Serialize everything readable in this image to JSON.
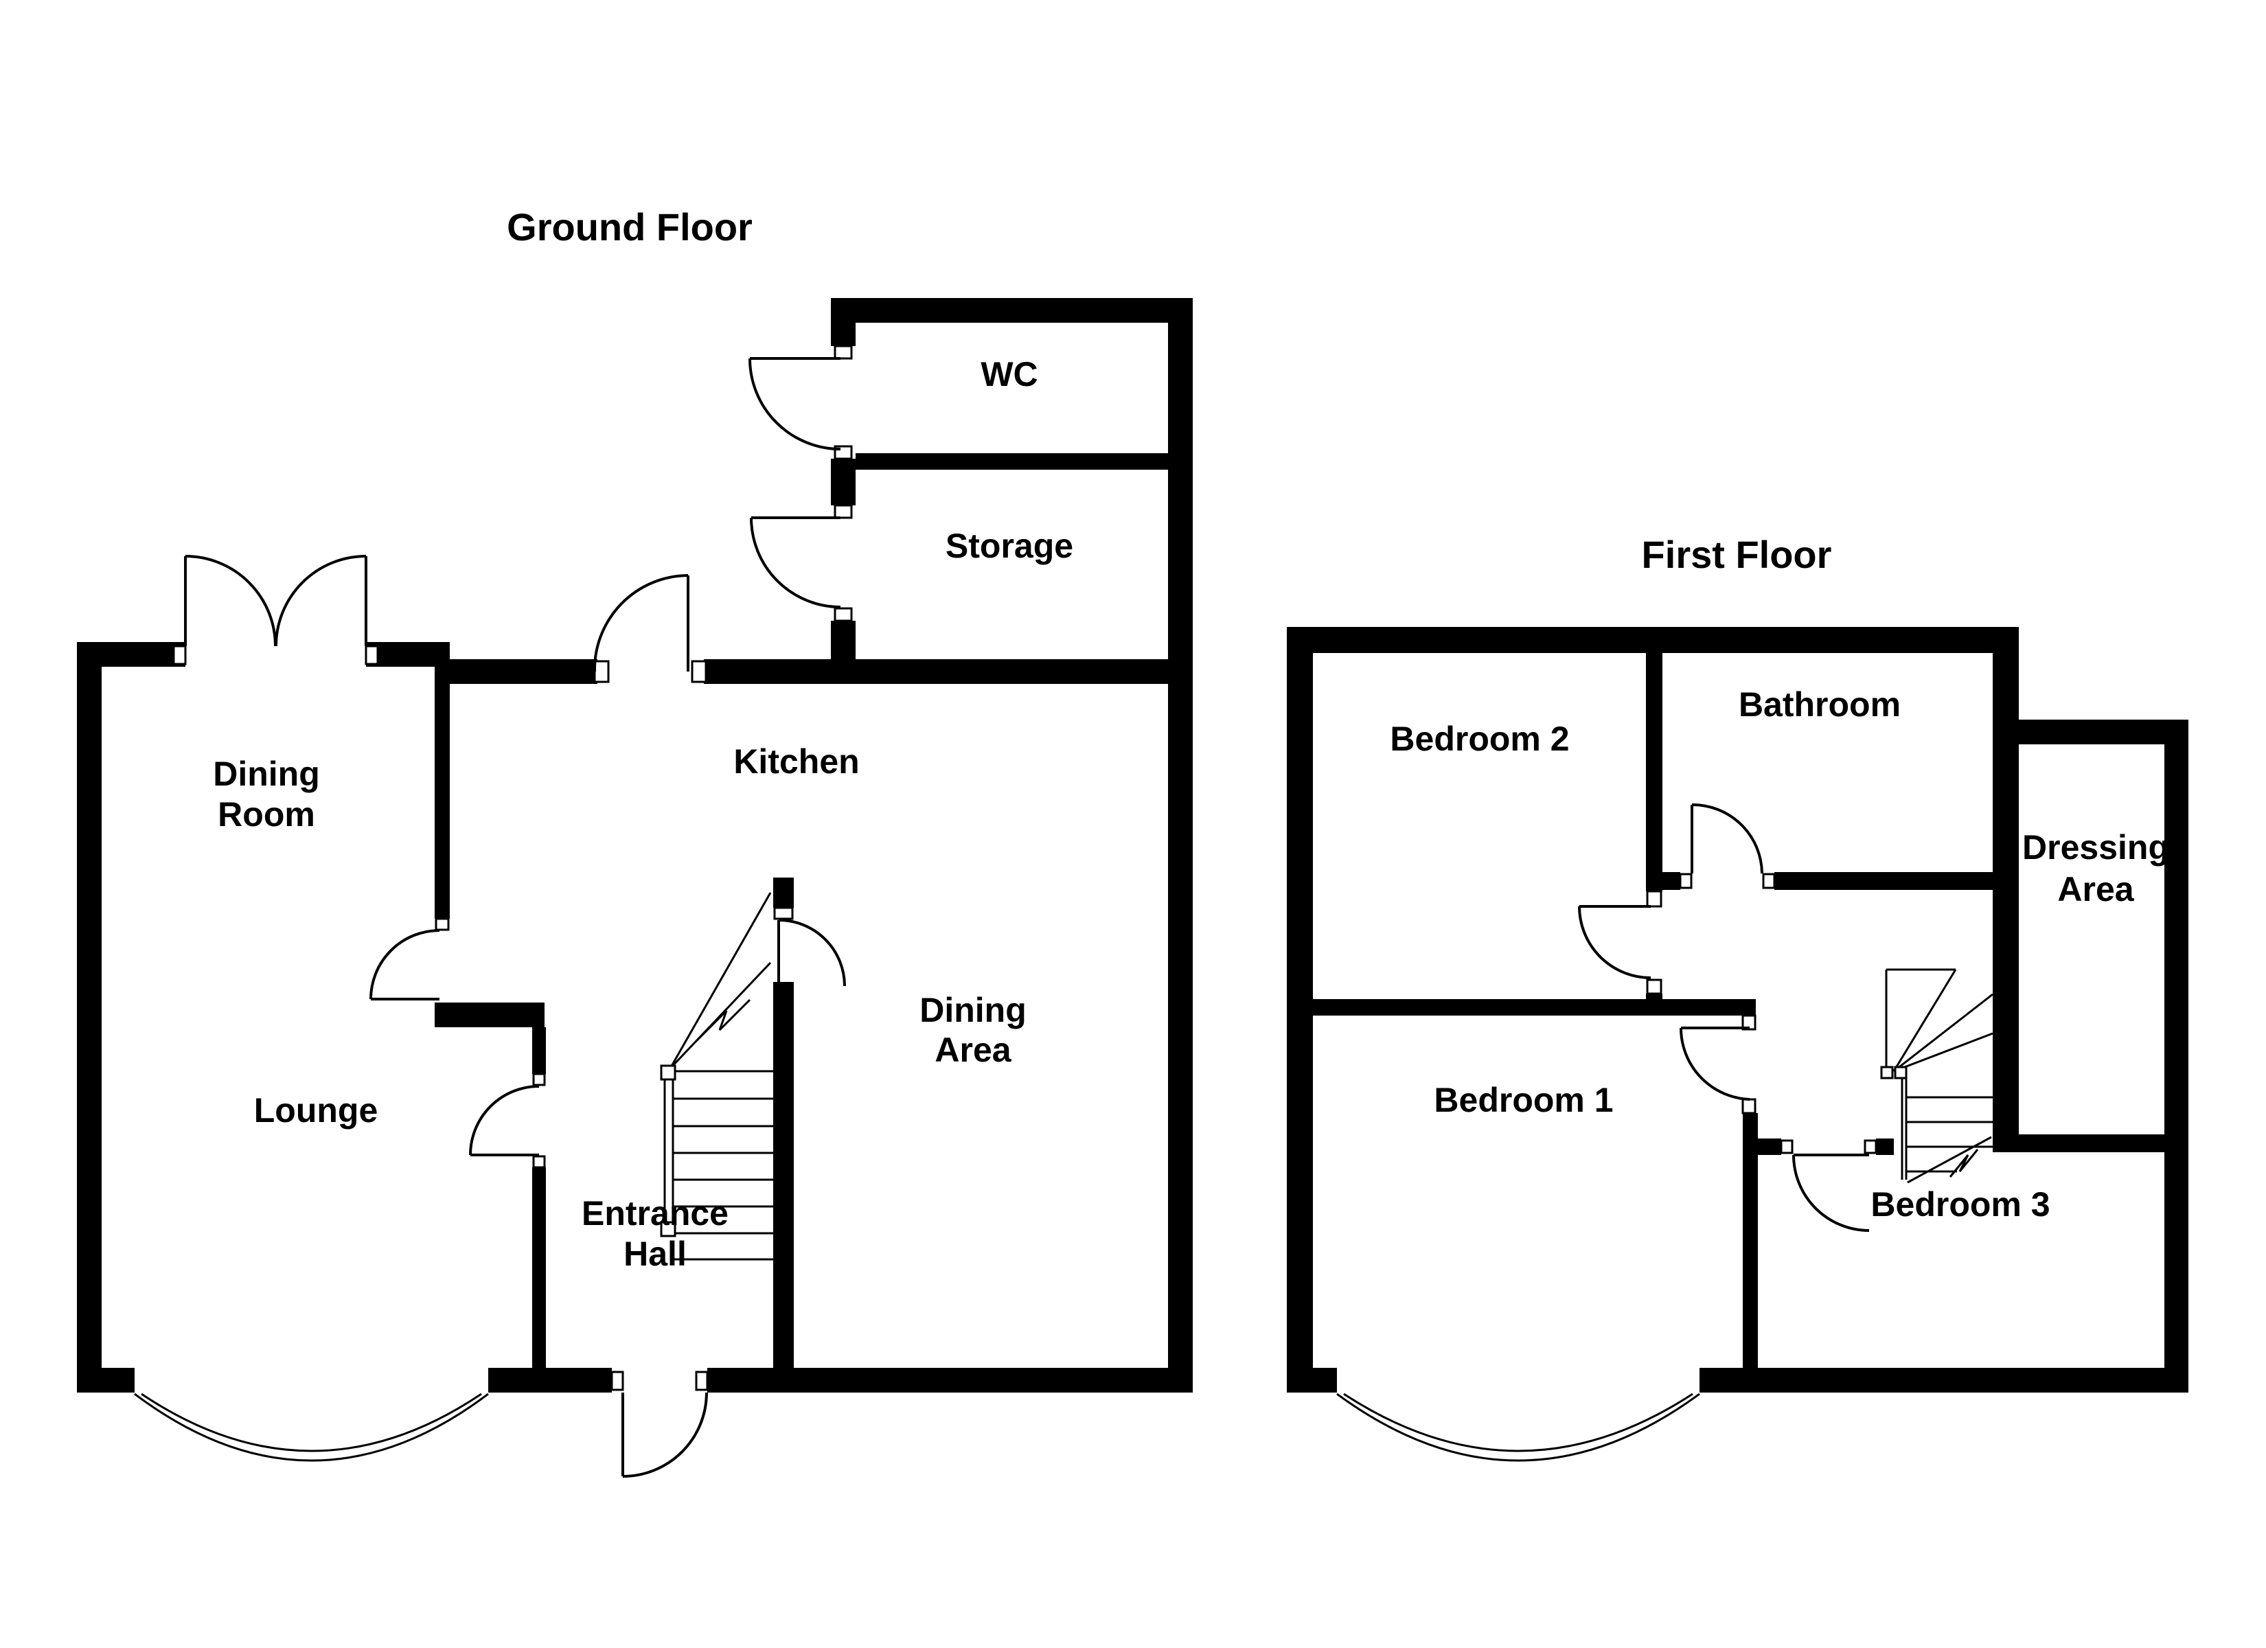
{
  "document": {
    "kind": "floor-plan-drawing",
    "background_color": "#ffffff",
    "wall_color": "#000000"
  },
  "ground_floor": {
    "title": "Ground Floor",
    "rooms": {
      "wc": "WC",
      "storage": "Storage",
      "kitchen": "Kitchen",
      "dining_room": {
        "line1": "Dining",
        "line2": "Room"
      },
      "dining_area": {
        "line1": "Dining",
        "line2": "Area"
      },
      "lounge": "Lounge",
      "entrance_hall": {
        "line1": "Entrance",
        "line2": "Hall"
      }
    },
    "features": [
      "double-doors",
      "bay-window",
      "front-door",
      "staircase"
    ]
  },
  "first_floor": {
    "title": "First Floor",
    "rooms": {
      "bedroom_1": "Bedroom 1",
      "bedroom_2": "Bedroom 2",
      "bedroom_3": "Bedroom 3",
      "bathroom": "Bathroom",
      "dressing_area": {
        "line1": "Dressing",
        "line2": "Area"
      }
    },
    "features": [
      "bay-window",
      "winder-staircase"
    ]
  }
}
